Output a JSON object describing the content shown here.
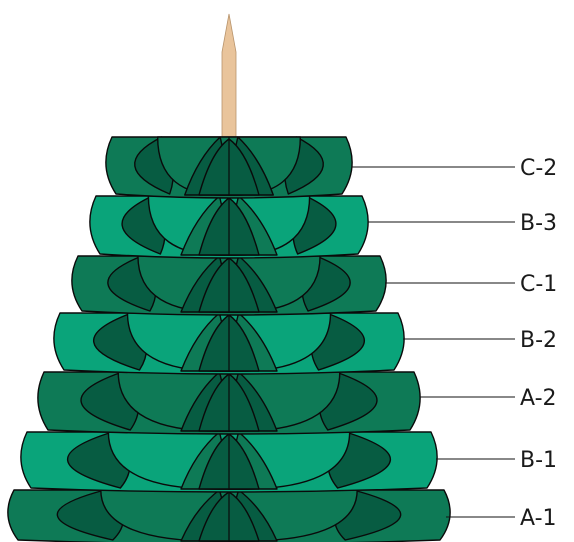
{
  "colors": {
    "dark": "#075c42",
    "mid": "#0e7a56",
    "light": "#0aa47a",
    "stick": "#e9c49b",
    "outline": "#0a0a0a"
  },
  "tiers": [
    {
      "label": "C-2",
      "scheme": "C"
    },
    {
      "label": "B-3",
      "scheme": "B"
    },
    {
      "label": "C-1",
      "scheme": "C"
    },
    {
      "label": "B-2",
      "scheme": "B"
    },
    {
      "label": "A-2",
      "scheme": "A"
    },
    {
      "label": "B-1",
      "scheme": "B"
    },
    {
      "label": "A-1",
      "scheme": "A"
    }
  ]
}
